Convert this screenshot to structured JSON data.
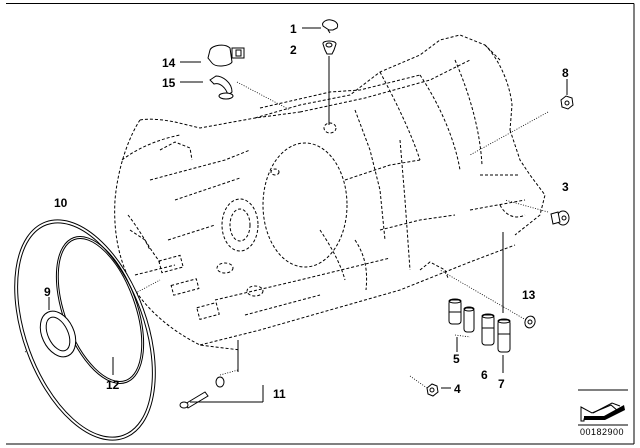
{
  "diagram": {
    "title": "Transmission housing - exploded parts view",
    "image_code": "00182900",
    "callouts": [
      {
        "id": "1",
        "label": "1",
        "part": "cap"
      },
      {
        "id": "2",
        "label": "2",
        "part": "screw-plug"
      },
      {
        "id": "3",
        "label": "3",
        "part": "screw-plug"
      },
      {
        "id": "4",
        "label": "4",
        "part": "nut"
      },
      {
        "id": "5",
        "label": "5",
        "part": "sleeve"
      },
      {
        "id": "6",
        "label": "6",
        "part": "sleeve"
      },
      {
        "id": "7",
        "label": "7",
        "part": "sleeve"
      },
      {
        "id": "8",
        "label": "8",
        "part": "nut"
      },
      {
        "id": "9",
        "label": "9",
        "part": "shaft-seal"
      },
      {
        "id": "10",
        "label": "10",
        "part": "transmission-housing-cover"
      },
      {
        "id": "11",
        "label": "11",
        "part": "screw-and-washer"
      },
      {
        "id": "12",
        "label": "12",
        "part": "o-ring"
      },
      {
        "id": "13",
        "label": "13",
        "part": "washer"
      },
      {
        "id": "14",
        "label": "14",
        "part": "plug-connector"
      },
      {
        "id": "15",
        "label": "15",
        "part": "clip"
      }
    ]
  }
}
